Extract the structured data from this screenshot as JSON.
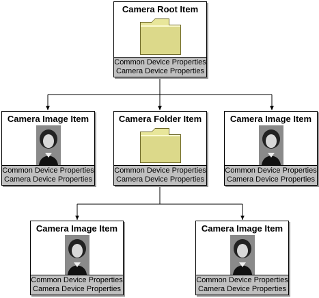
{
  "nodes": {
    "root": {
      "title": "Camera Root Item",
      "icon": "folder-icon",
      "props": [
        "Common Device Properties",
        "Camera Device Properties"
      ]
    },
    "image_left": {
      "title": "Camera Image Item",
      "icon": "photo-icon",
      "props": [
        "Common Device Properties",
        "Camera Device Properties"
      ]
    },
    "folder": {
      "title": "Camera Folder Item",
      "icon": "folder-icon",
      "props": [
        "Common Device Properties",
        "Camera Device Properties"
      ]
    },
    "image_right": {
      "title": "Camera Image Item",
      "icon": "photo-icon",
      "props": [
        "Common Device Properties",
        "Camera Device Properties"
      ]
    },
    "child_left": {
      "title": "Camera Image Item",
      "icon": "photo-icon",
      "props": [
        "Common Device Properties",
        "Camera Device Properties"
      ]
    },
    "child_right": {
      "title": "Camera Image Item",
      "icon": "photo-icon",
      "props": [
        "Common Device Properties",
        "Camera Device Properties"
      ]
    }
  },
  "colors": {
    "folder_fill": "#e8e69a",
    "folder_outline": "#6f6a2a",
    "props_bg": "#c0c0c0"
  }
}
